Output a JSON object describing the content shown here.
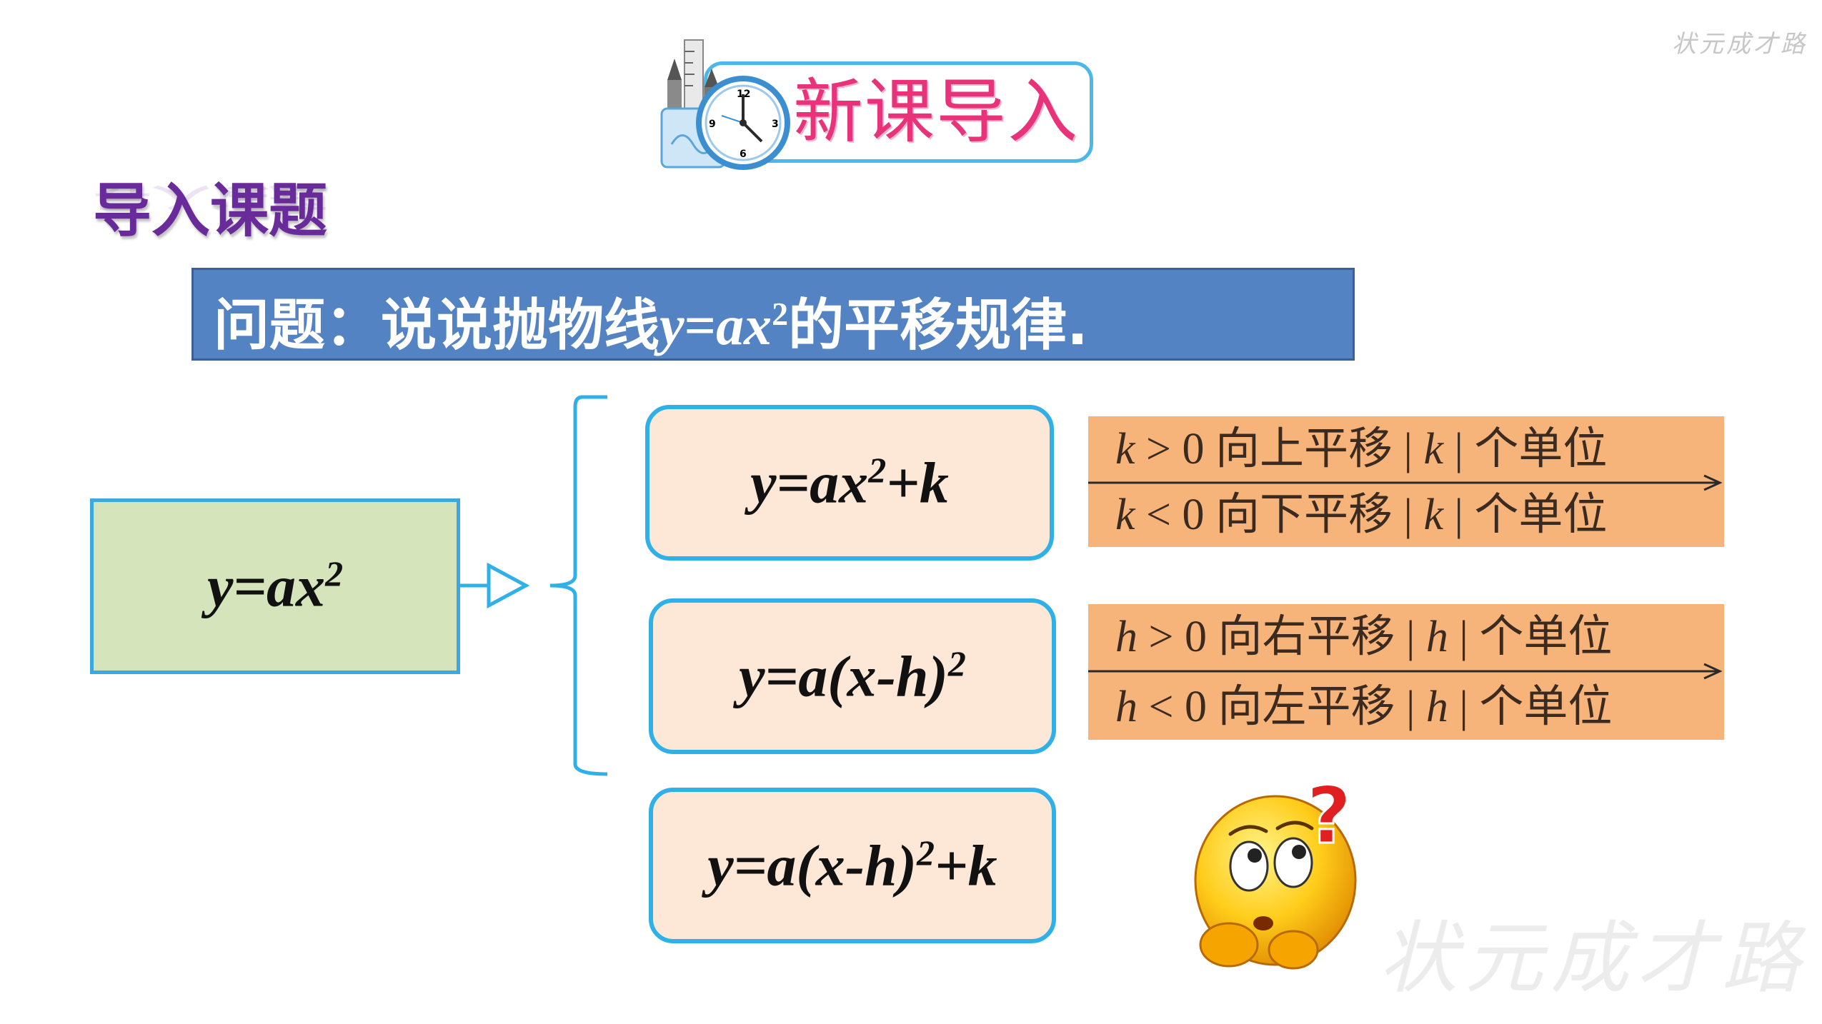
{
  "header": {
    "title": "新课导入"
  },
  "section": {
    "heading": "导入课题"
  },
  "question": {
    "prefix": "问题：说说抛物线",
    "var_y": "y",
    "eq": "=",
    "var_ax": "ax",
    "exp": "2",
    "suffix": "的平移规律."
  },
  "base_formula": {
    "main": "y=ax",
    "exp": "2"
  },
  "formulas": [
    {
      "main": "y=ax",
      "exp": "2",
      "tail": "+k"
    },
    {
      "main": "y=a(x-h)",
      "exp": "2",
      "tail": ""
    },
    {
      "main": "y=a(x-h)",
      "exp": "2",
      "tail": "+k"
    }
  ],
  "rules_k": [
    {
      "var": "k",
      "rel": " > 0 ",
      "dir": "向上平移",
      "abs_var": "k",
      "unit": "个单位"
    },
    {
      "var": "k",
      "rel": " < 0 ",
      "dir": "向下平移",
      "abs_var": "k",
      "unit": "个单位"
    }
  ],
  "rules_h": [
    {
      "var": "h",
      "rel": " > 0 ",
      "dir": "向右平移",
      "abs_var": "h",
      "unit": "个单位"
    },
    {
      "var": "h",
      "rel": " < 0 ",
      "dir": "向左平移",
      "abs_var": "h",
      "unit": "个单位"
    }
  ],
  "watermark": {
    "top": "状元成才路",
    "bottom": "状元成才路"
  },
  "colors": {
    "accent_pink": "#e8327a",
    "banner_blue": "#5383c3",
    "box_border": "#2fb0e6",
    "box_fill": "#fde8d8",
    "base_fill": "#d6e4bc",
    "strip_orange": "#f7b47a",
    "heading_purple": "#6a2b9a"
  }
}
